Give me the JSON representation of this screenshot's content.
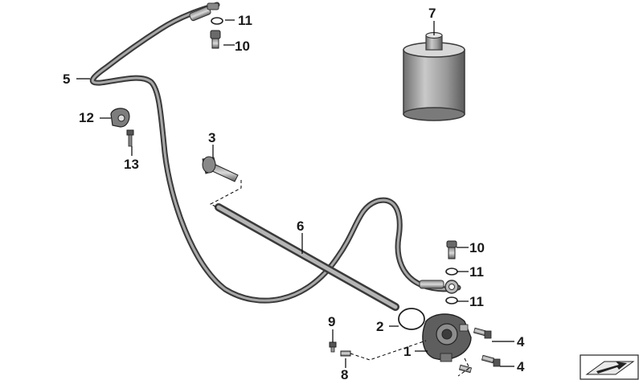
{
  "callouts": {
    "c1": "1",
    "c2": "2",
    "c3": "3",
    "c4a": "4",
    "c4b": "4",
    "c5": "5",
    "c6": "6",
    "c7": "7",
    "c8": "8",
    "c9": "9",
    "c10a": "10",
    "c10b": "10",
    "c11a": "11",
    "c11b": "11",
    "c11c": "11",
    "c12": "12",
    "c13": "13"
  }
}
